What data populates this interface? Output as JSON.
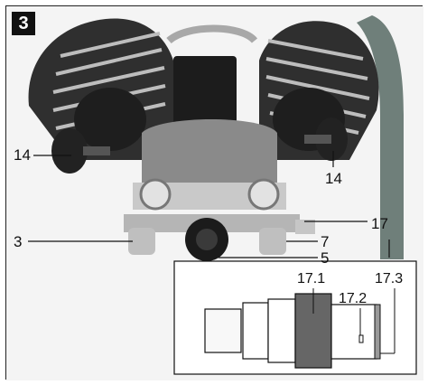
{
  "figure": {
    "number": "3"
  },
  "callouts": {
    "c14_left": "14",
    "c14_right": "14",
    "c3": "3",
    "c7": "7",
    "c5": "5",
    "c17": "17"
  },
  "inset": {
    "labels": {
      "l17_1": "17.1",
      "l17_2": "17.2",
      "l17_3": "17.3"
    }
  },
  "colors": {
    "photo_dark": "#2a2a2a",
    "photo_mid": "#7a7a7a",
    "photo_light": "#d8d8d8",
    "hose": "#6f7f7a"
  }
}
